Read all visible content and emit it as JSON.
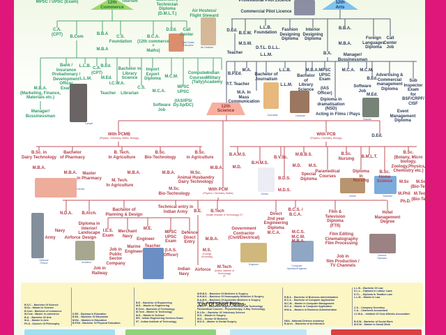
{
  "colors": {
    "border": "#e0177a",
    "commerce": "#2f9a6a",
    "arts": "#2b3a58",
    "science": "#b43a46",
    "legend_bg": "#fbf6c4"
  },
  "commerce": {
    "title": "12th\nCommerce",
    "mpsc_top": "MPSC / UPSC (Exam)",
    "tourism": "Tourism",
    "dmlt": "Laboratory\nTechnician\nDiploma\n(D.M.L.T.)",
    "air_hostess": "Air Hostess/\nFlight Steward",
    "ca_cpt": "C.A.\n(CPT)",
    "bcom": "B.Com",
    "bba": "B.B.A",
    "mba1": "M.B.A",
    "cs_found": "C.S.\nFoundation",
    "bca": "B.C.A.\n(12th commerce\n+\nMaths)",
    "ded": "D.Ed.",
    "call_center": "Call\nCenter",
    "mba_mkt": "M.B.A.\n(Marketing, Finance,\nMaterials etc.)",
    "manager": "Manager/\nBussinessman",
    "bank": "Bank /\nInsurance\nProbationary /\nDevelopment\nOfficer\nExam",
    "llb": "L.L.B.",
    "llm": "L.L.M.",
    "ca2": "C.A.\n(CPT)",
    "bed": "B.Ed.",
    "med": "M.Ed.",
    "teacher": "Teacher",
    "icwa": "I.C.W.A.",
    "blib": "Bachelor in\nLibrary\nScience",
    "librarian": "Librarian",
    "cs": "C.S.",
    "import": "Import\nExport\nDiploma",
    "mca": "M.C.A.",
    "mcm": "M.C.M.",
    "software": "Software\nJob",
    "mpsc": "MPSC\nUPSC\n\n(IAS/IPS/\nDy.Sp/DC)",
    "computer": "Computer\nCourses\n(Tally)",
    "military": "Indian\nMilitary\nAcademy",
    "cap_lawyer": "Lawyer",
    "cap_callcenter": "Call Center\nExecutive",
    "cap_airhostess": "Air Hostess"
  },
  "arts": {
    "title": "12th\nArts",
    "prof_pilot": "Professional Pilot Licence",
    "comm_pilot": "Commercial Pilot Licence",
    "ded": "D.Ed.",
    "teacher": "Teacher",
    "bsw": "B.S.W.",
    "msw": "M.S.W.",
    "llb_found": "L.L.B.\nFoundation",
    "dtl": "D.T.L.",
    "dll": "D.L.L.",
    "llm": "L.L.M.",
    "fashion": "Fashion\nDesigning\nDiploma",
    "interior": "Interior\nDesigning\nDiploma",
    "ba": "B.A.",
    "bba": "B.B.A.",
    "mba": "M.B.A.",
    "manager": "Manager/\nBussinessman",
    "foreign": "Foreign\nLanguages\nDiploma",
    "call_center": "Call\nCenter\nJob",
    "bped": "B.P.Ed.",
    "pt_teacher": "P.T. Teacher",
    "ma": "M.A.",
    "ma_mass": "M.A. In\nMass\nCommunication",
    "journalism": "Bachelor of\nJournalism",
    "llb": "L.L.B.",
    "llm2": "L.L.M.",
    "blib": "Bachelor\nof\nLibrary\nScience",
    "mba2": "M.B.A.",
    "mpsc": "MPSC\nUPSC\nExam\n\n(IAS\nOfficer)",
    "nsd": "Diploma in\ndramatisation\n(NSD)",
    "acting": "Acting in Films / Plays",
    "mca": "M.C.A.",
    "mcm": "M.C.M.",
    "software": "Software\nJob",
    "bed": "B.Ed.",
    "med": "M.Ed.",
    "advertising": "Advertising &\nCommercial\nmanagement\nDiploma",
    "sub_inspector": "Sub\nInspector\nExam\nfor\nBSF/CRPF/\nCISF",
    "event": "Event\nManagement\nDiploma",
    "ded2": "D.Ed.",
    "cap_journalist": "Journalist",
    "cap_librarian": "Librarian",
    "cap_teacher": "Teacher"
  },
  "science": {
    "title": "12th\nScience",
    "pcmb": "With PCMB",
    "pcmb_sub": "(Physics, Chemistry, Maths, Biology)",
    "bsc_dairy": "B.Sc. in\nDairy Technology",
    "mba_dairy": "M.B.A.",
    "bpharm": "Bachelor\nof Pharmacy",
    "mba_pharm": "M.B.A.",
    "mpharm": "Master\nin Pharmacy",
    "btech_agri": "B. Tech.\nIn Agriculture",
    "mtech_agri": "M. Tech.\nIn Agriculture",
    "mba_agri": "M.B.A.",
    "bsc_bio": "B.Sc.\nBio-Technology",
    "mba_bio": "M.B.A.",
    "msc_bio": "M.Sc.\nBio-Technology",
    "bsc_agri": "B.Sc.\nin Agriculture",
    "msc_animal": "M.Sc.\nAnimal Husbandry\nDairy Technology",
    "mba_agri2": "M.B.A.",
    "cap_farmer": "Farmer",
    "pcb": "With PCB",
    "pcb_sub": "(Physics, Chemistry, Biology)",
    "bams": "B.A.M.S.",
    "md1": "M.D.",
    "bhms": "B.H.M.S.",
    "bvsc": "B.V.Sc.",
    "bds": "B.D.S.",
    "mds": "M.D.S.",
    "mbbs": "M.B.B.S.",
    "md2": "M.D.",
    "ms": "M.S.",
    "special": "Special\nDiploma",
    "paramedical": "Paramedical\nCourses",
    "bsc_nursing": "B.Sc.\nNursing",
    "dip_nursing": "Diploma\nin\nNursing",
    "bmlt": "B.M.L.T.",
    "home_science": "B.Sc.\nHome\nScience",
    "bsc_botany": "B.Sc.\n(Botany, Micro biology,\nZoology,Physics,\nChemistry etc.)",
    "msc1": "M.Sc",
    "msc_biotech": "M.Sc\n(Bio-Tech)",
    "mphil": "M.Phil",
    "mtech1": "M.Tech",
    "phd": "Ph.D.",
    "mtech_biotech": "(Bio-Tech)",
    "cap_doctor": "Doctor",
    "cap_nurse": "Nurse",
    "cap_scientist": "Scientist",
    "pcm": "With PCM",
    "pcm_sub": "(Physics, Chemistry, Maths)",
    "nda": "N.D.A.",
    "army": "Army",
    "navy": "Navy",
    "airforce": "Airforce",
    "barch": "B.Arch.",
    "interior": "Diploma in\nInterior/\nLandscape\nDesign",
    "planning": "Bachelor of\nPlanning & Design",
    "ies": "I.E.S.\nExam",
    "merchant": "Merchant\nNavy",
    "marine": "Marine\nEngineer",
    "psu": "Job in\nPublic\nSector\nCompany",
    "railway": "Job in\nRailway",
    "me": "M.E.",
    "engineer": "Engineer",
    "teacher": "Teacher",
    "mpsc": "MPSC\nUPSC\nExam\n\n(I.A.S.\nOfficer)",
    "defence": "Defence\nDirect\nEntry",
    "indian_navy": "Indian\nNavy",
    "airforce2": "Airforce",
    "tech_army": "Technical entry in\nIndian Army",
    "be": "B.E.",
    "btech": "B.Tech",
    "btech_sub": "(Indian Institute of Technology) IIT",
    "mba": "M.B.A.",
    "ms_foreign": "M.S.",
    "ms_foreign_sub": "(Foreign\nUniversity)",
    "mtech": "M.Tech",
    "mtech_sub": "(Indian Institute of\nTechnology)\nIIT",
    "govt": "Government\nContractor\n(Civil/Electrical)",
    "direct": "Direct\n2nd year\nEngineering\nDiploma",
    "bcs": "B.C.S. /\nB.C.A.",
    "mca": "M.C.A.",
    "mcs": "M.C.S.\nM.C.M.\nM.B.A.",
    "film": "Film &\nTelevision\nDiploma\n(FTII)",
    "film_edit": "Film Editing\nCinematography\nFilm Processing",
    "film_job": "Job in\nfilm Production /\nTV Channels",
    "hotel": "Hotel\nManagement\nDegree",
    "cap_defence": "Defence\nPerson",
    "cap_architect": "Architect",
    "cap_engineer": "Engineer",
    "cap_computer": "Computer\nOperator/Engineer",
    "cap_camera": "Camera\nOperator"
  },
  "legend": {
    "title": "List Of Short Forms-",
    "col1": "B.S.C. - Bachelor Of Science\nM.Sc - Master In Science\nB.Com - Bachelor of commerce\nM.Com - Master in commerce\nB.A. - Bachelor Of Arts\nM.A. - Master in Arts\nPh.D - Doctors Of Philosophy",
    "col2": "D.ED - Diploma in Education\nB.Ed. - Bachelor Of Education\nM.Ed. - Masters In Education\nB.P.Ed - Bachelor Of Physical Education",
    "col3": "B.E. - Bachelor of Engineering\nM.E. - Master in Engineering\nB.Tech - Bachelor of Technology\nM.Tech - Master in Technology\nM.S. - Master in Science\nIES - Indian Engineering Services Exam\nIIT - Indian Institute of Technology",
    "col4": "M.B.B.S. - Bachelor Of Medicine & Surgery\nB.H.M.S. - Bachelor Of Homeopathy Medicine & Surgery\nB.A.M.S. - Bachelor Of Ayurvedic Medicine & Surgery\nB.D.S. - Bachelor of Dental Surgery\nB.M.L.T. - Bachelors Degree in Medical Lab Technology\nParamedical Courses - Physiotherapy, X-Ray Technology\nB.V.Sc. - Bachelor Of Veterinary Science\nM.S. - Master in Surgery\nM.D. - Doctor Of Medicine\nM.D.S. - Master in Dental Surgery",
    "col5a": "B.B.A. - Bachelor of Business Administration\nB.C.A. - Bachelor of Computer Application\nM.C.M. - Master in Computer Management\nM.C.A. - Master in Computer Application\nM.B.A. - Masters in Business Administration",
    "col5b": "NDA - National Defence Academy\nB.Arch. - Bachelor of Architecture",
    "col6a": "L.L.B. - Bachelor Of Law\nD.L.L. - Diploma in Labour Laws\nD.T.L. - Diploma In Taxation Law\nL.L.M. - Master in Law",
    "col6b": "C.S. - Company Secretary\nC.A. - Chartered Accountant\nI.C.W.A. - Institute Of Cost &Works Accountant",
    "col6c": "B.S.W. - Bachelor of Social Work\nM.S.W. - Master in Social Work"
  }
}
